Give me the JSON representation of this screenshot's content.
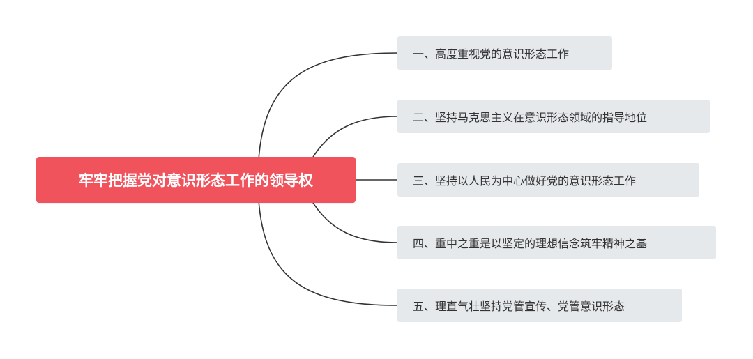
{
  "mindmap": {
    "root": {
      "label": "牢牢把握党对意识形态工作的领导权",
      "color": "#f0535c"
    },
    "branches": [
      {
        "label": "一、高度重视党的意识形态工作"
      },
      {
        "label": "二、坚持马克思主义在意识形态领域的指导地位"
      },
      {
        "label": "三、坚持以人民为中心做好党的意识形态工作"
      },
      {
        "label": "四、重中之重是以坚定的理想信念筑牢精神之基"
      },
      {
        "label": "五、理直气壮坚持党管宣传、党管意识形态"
      }
    ],
    "connector_color": "#333333",
    "branch_color": "#e6e9ec"
  }
}
